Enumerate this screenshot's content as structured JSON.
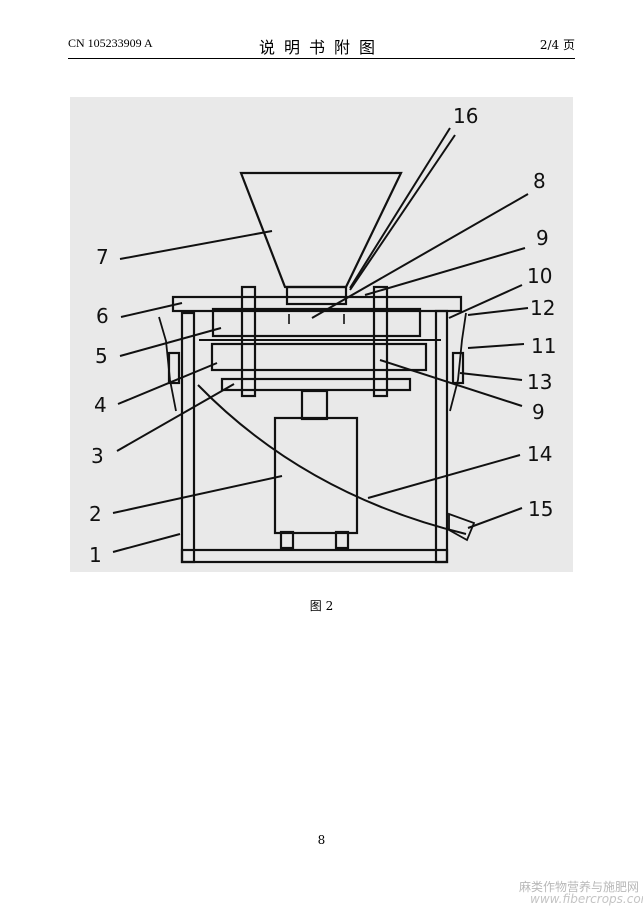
{
  "header": {
    "left": "CN 105233909 A",
    "title": "说明书附图",
    "right": "2/4 页"
  },
  "figure": {
    "labels": [
      "16",
      "8",
      "9",
      "7",
      "10",
      "6",
      "12",
      "5",
      "11",
      "13",
      "4",
      "9",
      "3",
      "14",
      "15",
      "2",
      "1"
    ],
    "caption": "图 2"
  },
  "page_number": "8",
  "watermark": {
    "line1": "麻类作物营养与施肥网",
    "line2": "www.fibercrops.com"
  }
}
